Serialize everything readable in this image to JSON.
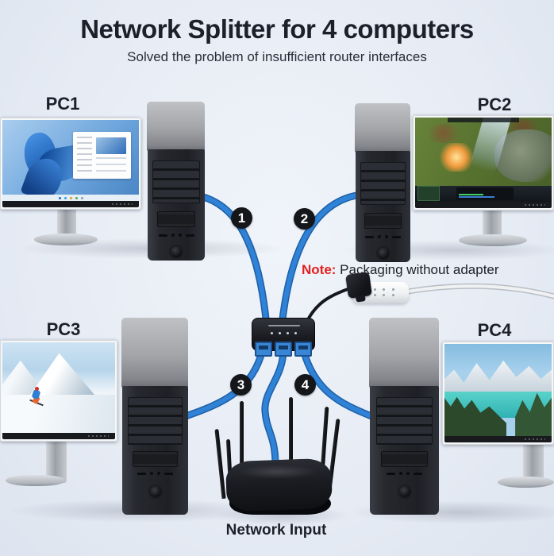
{
  "header": {
    "title": "Network Splitter for 4 computers",
    "subtitle": "Solved the problem of insufficient router interfaces"
  },
  "pcs": [
    {
      "label": "PC1",
      "screen": "windows-11-desktop"
    },
    {
      "label": "PC2",
      "screen": "moba-game-scene"
    },
    {
      "label": "PC3",
      "screen": "ski-mountain-scene"
    },
    {
      "label": "PC4",
      "screen": "mountain-lake-scene"
    }
  ],
  "badges": [
    "1",
    "2",
    "3",
    "4"
  ],
  "note": {
    "prefix": "Note:",
    "text": " Packaging without adapter"
  },
  "labels": {
    "network_input": "Network Input"
  },
  "colors": {
    "background": "#e8edf5",
    "cable_blue": "#2b7ed3",
    "cable_blue_dark": "#1d5fa6",
    "note_red": "#e3201f",
    "badge_black": "#15161a",
    "title_dark": "#1b202b"
  }
}
